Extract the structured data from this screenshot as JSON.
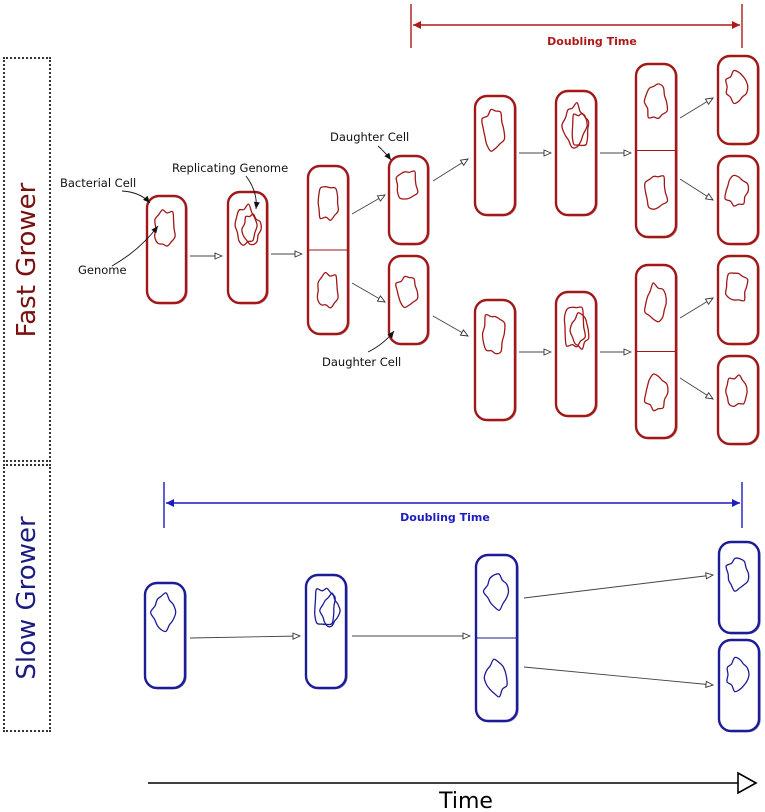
{
  "panels": {
    "fast": {
      "label": "Fast Grower",
      "color": "#a01818",
      "text_color": "#7a1010"
    },
    "slow": {
      "label": "Slow Grower",
      "color": "#1c1c96",
      "text_color": "#1c1c80"
    }
  },
  "annotations": {
    "bacterial_cell": "Bacterial Cell",
    "genome": "Genome",
    "replicating_genome": "Replicating Genome",
    "daughter_cell_top": "Daughter Cell",
    "daughter_cell_bottom": "Daughter Cell"
  },
  "doubling_time": {
    "fast_label": "Doubling Time",
    "slow_label": "Doubling Time"
  },
  "time_axis": {
    "label": "Time"
  }
}
